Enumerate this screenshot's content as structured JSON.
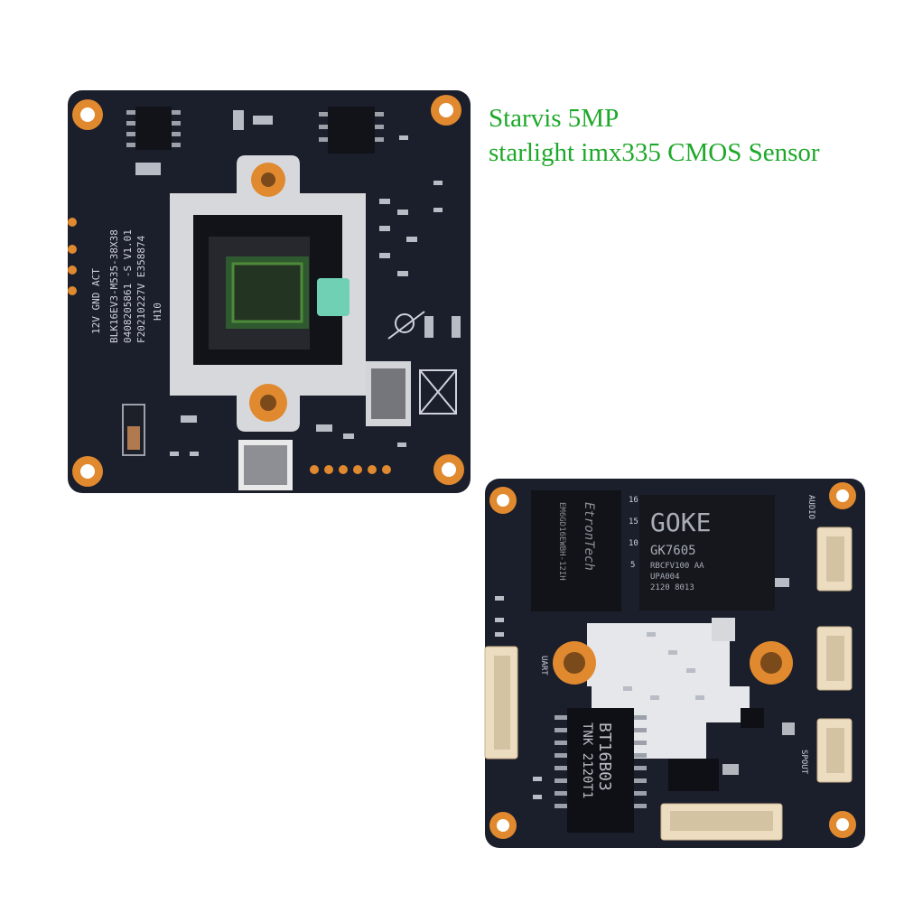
{
  "caption": {
    "line1": "Starvis 5MP",
    "line2": "starlight imx335 CMOS Sensor"
  },
  "board_front": {
    "silk_connector": "12V GND ACT",
    "silk_lines": [
      "BLK16EV3-M535-38X38",
      "0408205861 -S V1.01",
      "F20210227V E358874",
      "H10"
    ]
  },
  "board_back": {
    "soc_brand": "GOKE",
    "soc_model": "GK7605",
    "soc_line2": "RBCFV100    AA",
    "soc_line3": "UPA004",
    "soc_line4": "2120    8013",
    "ram_brand": "EtronTech",
    "ram_code": "EM6GD16EWBH-12IH",
    "magnetics_brand": "TNK 2120T1",
    "magnetics_model": "BT16B03",
    "pin_labels": [
      "16",
      "15",
      "10",
      "5"
    ],
    "label_uart": "UART",
    "label_audio": "AUDIO",
    "label_spout": "SPOUT"
  },
  "colors": {
    "pcb": "#1b1e2b",
    "pad": "#e0892f",
    "caption": "#1ea82a"
  }
}
